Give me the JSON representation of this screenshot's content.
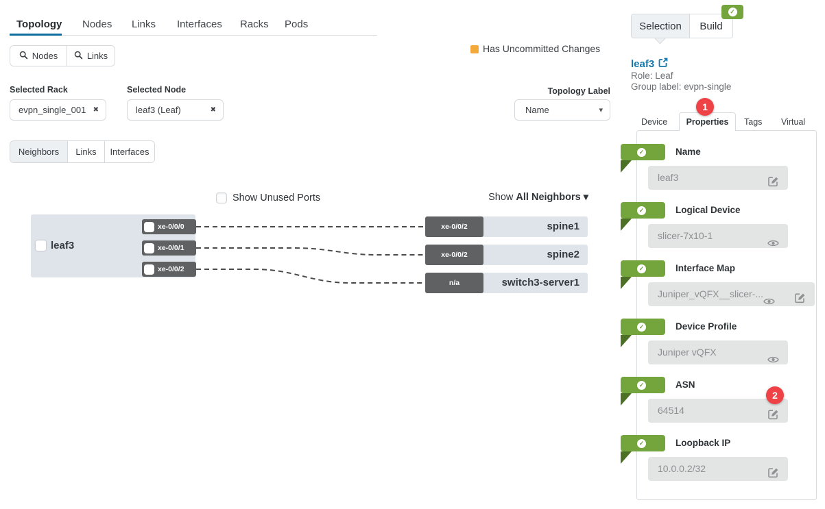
{
  "glyphs": {
    "check": "✓",
    "close": "✖",
    "caret": "▾"
  },
  "colors": {
    "tab_accent": "#0d6d9e",
    "link_blue": "#1378ad",
    "valid_green": "#73a53c",
    "alert_red": "#ee4247",
    "uncommitted_orange": "#f3a93b"
  },
  "header": {
    "tabs": [
      "Topology",
      "Nodes",
      "Links",
      "Interfaces",
      "Racks",
      "Pods"
    ],
    "active_tab": "Topology",
    "search_nodes_label": "Nodes",
    "search_links_label": "Links",
    "legend_label": "Has Uncommitted Changes"
  },
  "filters": {
    "rack_label": "Selected Rack",
    "rack_value": "evpn_single_001",
    "node_label": "Selected Node",
    "node_value": "leaf3 (Leaf)",
    "topology_label": "Topology Label",
    "topology_value": "Name"
  },
  "view_tabs": {
    "neighbors": "Neighbors",
    "links": "Links",
    "interfaces": "Interfaces",
    "active": "Neighbors"
  },
  "diagram": {
    "show_unused_ports_label": "Show Unused Ports",
    "show_prefix": "Show",
    "show_value": "All Neighbors",
    "node": {
      "name": "leaf3",
      "ports": [
        "xe-0/0/0",
        "xe-0/0/1",
        "xe-0/0/2"
      ]
    },
    "neighbors": [
      {
        "port": "xe-0/0/2",
        "name": "spine1"
      },
      {
        "port": "xe-0/0/2",
        "name": "spine2"
      },
      {
        "port": "n/a",
        "name": "switch3-server1"
      }
    ]
  },
  "panel": {
    "selection_tab": "Selection",
    "build_tab": "Build",
    "node_title": "leaf3",
    "role": "Role: Leaf",
    "group_label": "Group label: evpn-single",
    "detail_tabs": [
      "Device",
      "Properties",
      "Tags",
      "Virtual"
    ],
    "active_detail_tab": "Properties",
    "annotation_1": "1",
    "annotation_2": "2",
    "properties": [
      {
        "label": "Name",
        "value": "leaf3"
      },
      {
        "label": "Logical Device",
        "value": "slicer-7x10-1"
      },
      {
        "label": "Interface Map",
        "value": "Juniper_vQFX__slicer-..."
      },
      {
        "label": "Device Profile",
        "value": "Juniper vQFX"
      },
      {
        "label": "ASN",
        "value": "64514"
      },
      {
        "label": "Loopback IP",
        "value": "10.0.0.2/32"
      }
    ]
  }
}
